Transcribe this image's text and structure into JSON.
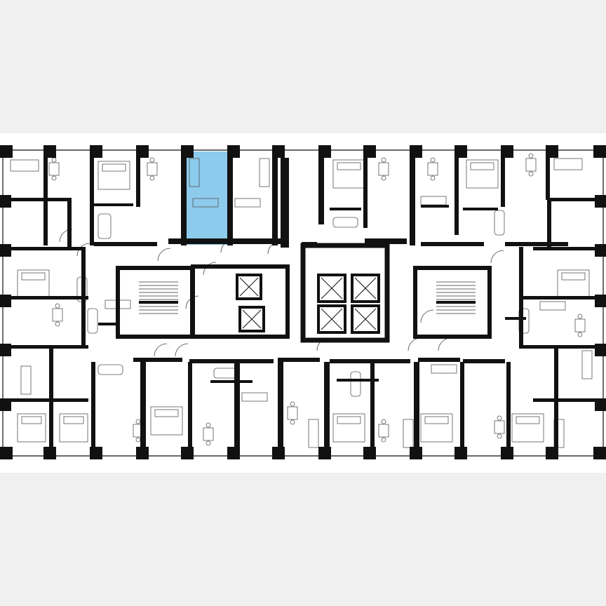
{
  "floor_plan": {
    "background_color": "#f0f0f0",
    "plan_color": "#ffffff",
    "wall_color": "#111111",
    "fixture_line_color": "#555555",
    "highlighted_unit": {
      "type": "studio",
      "color": "#8ccbec"
    },
    "icons": [
      "column",
      "elevator-shaft",
      "stairwell",
      "bed",
      "sofa",
      "dining-table",
      "bathtub",
      "shower",
      "toilet",
      "kitchen-counter",
      "wardrobe"
    ]
  }
}
